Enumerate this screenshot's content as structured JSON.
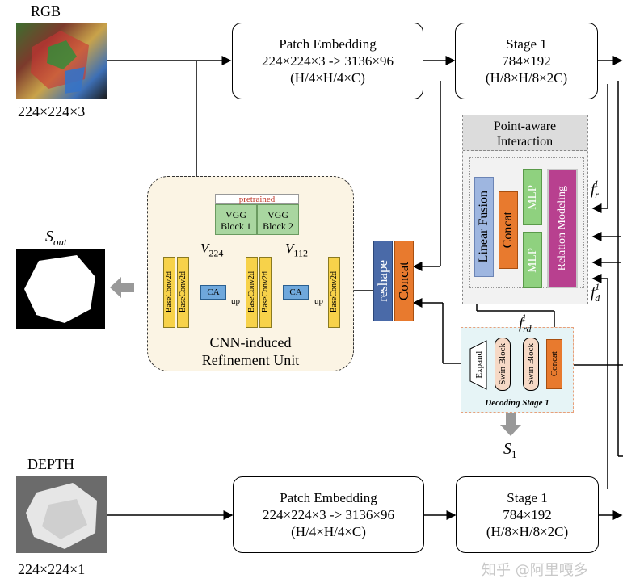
{
  "rgb": {
    "title": "RGB",
    "size": "224×224×3"
  },
  "depth": {
    "title": "DEPTH",
    "size": "224×224×1"
  },
  "output": {
    "label": "S",
    "sub": "out"
  },
  "patch_rgb": {
    "l1": "Patch Embedding",
    "l2": "224×224×3 -> 3136×96",
    "l3": "(H/4×H/4×C)"
  },
  "stage_rgb": {
    "l1": "Stage 1",
    "l2": "784×192",
    "l3": "(H/8×H/8×2C)"
  },
  "patch_depth": {
    "l1": "Patch Embedding",
    "l2": "224×224×3 -> 3136×96",
    "l3": "(H/4×H/4×C)"
  },
  "stage_depth": {
    "l1": "Stage 1",
    "l2": "784×192",
    "l3": "(H/8×H/8×2C)"
  },
  "pai": {
    "title1": "Point-aware",
    "title2": "Interaction",
    "linear_fusion": "Linear Fusion",
    "concat": "Concat",
    "mlp1": "MLP",
    "mlp2": "MLP",
    "relation": "Relation Modeling"
  },
  "fr": {
    "base": "f",
    "sub": "r",
    "sup": "1"
  },
  "fd": {
    "base": "f",
    "sub": "d",
    "sup": "1"
  },
  "frd": {
    "base": "f",
    "sub": "rd",
    "sup": "1"
  },
  "cnn": {
    "pretrained": "pretrained",
    "vgg1a": "VGG",
    "vgg1b": "Block 1",
    "vgg2a": "VGG",
    "vgg2b": "Block 2",
    "v224_base": "V",
    "v224_sub": "224",
    "v112_base": "V",
    "v112_sub": "112",
    "conv": "BaseConv2d",
    "ca": "CA",
    "up": "up",
    "title1": "CNN-induced",
    "title2": "Refinement Unit"
  },
  "mid": {
    "reshape": "reshape",
    "concat": "Concat"
  },
  "decoding": {
    "expand": "Expand",
    "swin1": "Swin Block",
    "swin2": "Swin Block",
    "concat": "Concat",
    "title": "Decoding Stage 1"
  },
  "s1": {
    "base": "S",
    "sub": "1"
  },
  "watermark": "知乎 @阿里嘎多"
}
